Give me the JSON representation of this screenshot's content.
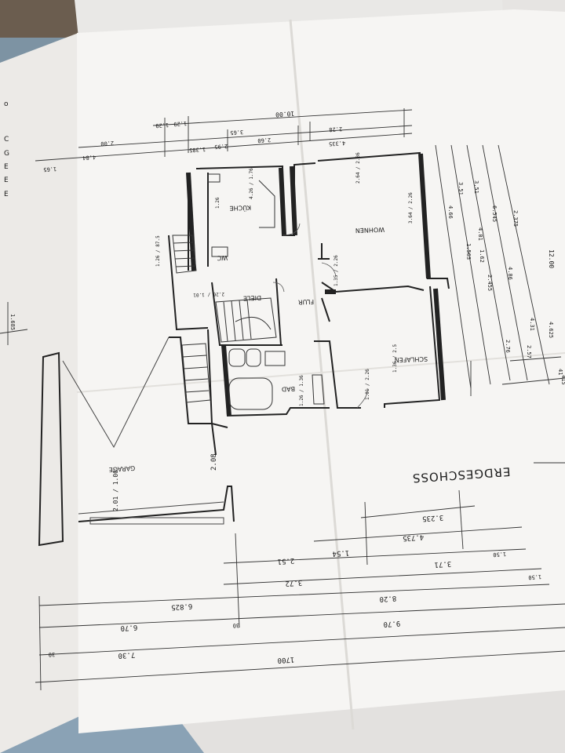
{
  "plan": {
    "title": "ERDGESCHOSS",
    "rooms": {
      "kueche": "KÜCHE",
      "wohnen": "WOHNEN",
      "wc": "WC",
      "diele": "DIELE",
      "flur": "FLUR",
      "schlafen": "SCHLAFEN",
      "bad": "BAD",
      "garage": "GARAGE"
    },
    "room_dims": {
      "kueche": "4.26 / 1.76",
      "kueche_b": "1.26",
      "wohnen_a": "2.64 / 2.36",
      "wohnen_b": "3.64 / 2.26",
      "wc": "1.26 / 87.5",
      "diele": "2.26 / 1.01",
      "schlafen": "1.36 / 2.5",
      "schlafen_b": "1.01 / 2.26",
      "bad": "1.26 / 1.36",
      "garage": "2.01 / 1.00",
      "flur": "1.35 / 2.26",
      "garage_door": "2.08"
    },
    "dims_top": [
      "10.00",
      "1.29",
      "1.29",
      "3.65",
      "2.60",
      "2.95",
      "1.385",
      "2.00",
      "4.84",
      "1.65",
      "4.335",
      "2.28"
    ],
    "dims_right": [
      "12.00",
      "2.375",
      "3.51",
      "3.51",
      "4.66",
      "6.545",
      "4.625",
      "4.31",
      "2.57",
      "2.76",
      "4.86",
      "2.455",
      "4.01",
      "1.62",
      "1.563",
      "41"
    ],
    "dims_bottom": [
      "3.235",
      "4.735",
      "3.71",
      "3.72",
      "2.51",
      "1.54",
      "8.20",
      "6.825",
      "6.70",
      "9.70",
      "7.30",
      "1700",
      "1.50",
      "1.50",
      "30",
      "30"
    ],
    "left_mark": "1.685",
    "right_mark": "415",
    "left_margin_fragments": [
      "o",
      "C",
      "G",
      "E",
      "E",
      "E"
    ]
  }
}
